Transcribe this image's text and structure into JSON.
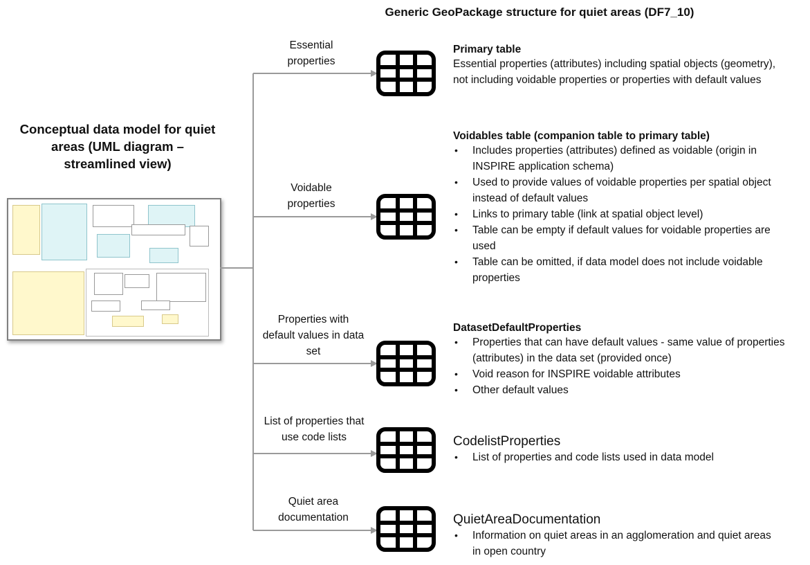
{
  "title": "Generic GeoPackage structure for quiet areas (DF7_10)",
  "conceptual_model": {
    "label": "Conceptual data model for quiet areas (UML diagram – streamlined view)",
    "thumbnail_icon": "uml-diagram-thumbnail"
  },
  "branches": [
    {
      "label": "Essential properties",
      "icon": "table-icon",
      "heading": "Primary table",
      "description": "Essential properties (attributes) including spatial objects (geometry), not including voidable properties or properties with default values",
      "bullets": []
    },
    {
      "label": "Voidable properties",
      "icon": "table-icon",
      "heading": "Voidables table (companion table to primary table)",
      "description": "",
      "bullets": [
        "Includes properties (attributes) defined as voidable (origin in INSPIRE application schema)",
        "Used to provide values of voidable properties per spatial object instead of default values",
        "Links to primary table (link at spatial object level)",
        "Table can be empty if default values for voidable properties are used",
        "Table can be omitted, if data model does not include voidable properties"
      ]
    },
    {
      "label": "Properties with default values in data set",
      "icon": "table-icon",
      "heading": "DatasetDefaultProperties",
      "description": "",
      "bullets": [
        "Properties that can have default values - same value of properties (attributes) in the data set (provided once)",
        "Void reason for INSPIRE voidable attributes",
        "Other default values"
      ]
    },
    {
      "label": "List of properties that use code lists",
      "icon": "table-icon",
      "heading": "CodelistProperties",
      "description": "",
      "bullets": [
        "List of properties and code lists used in data model"
      ]
    },
    {
      "label": "Quiet area documentation",
      "icon": "table-icon",
      "heading": "QuietAreaDocumentation",
      "description": "",
      "bullets": [
        "Information on quiet areas in an agglomeration and quiet areas in open country"
      ]
    }
  ],
  "colors": {
    "connector": "#9a9a9a",
    "table_icon": "#000000",
    "thumbnail_border": "#7f7f7f",
    "uml_note": "#fff8cc",
    "uml_class": "#dff4f6"
  }
}
